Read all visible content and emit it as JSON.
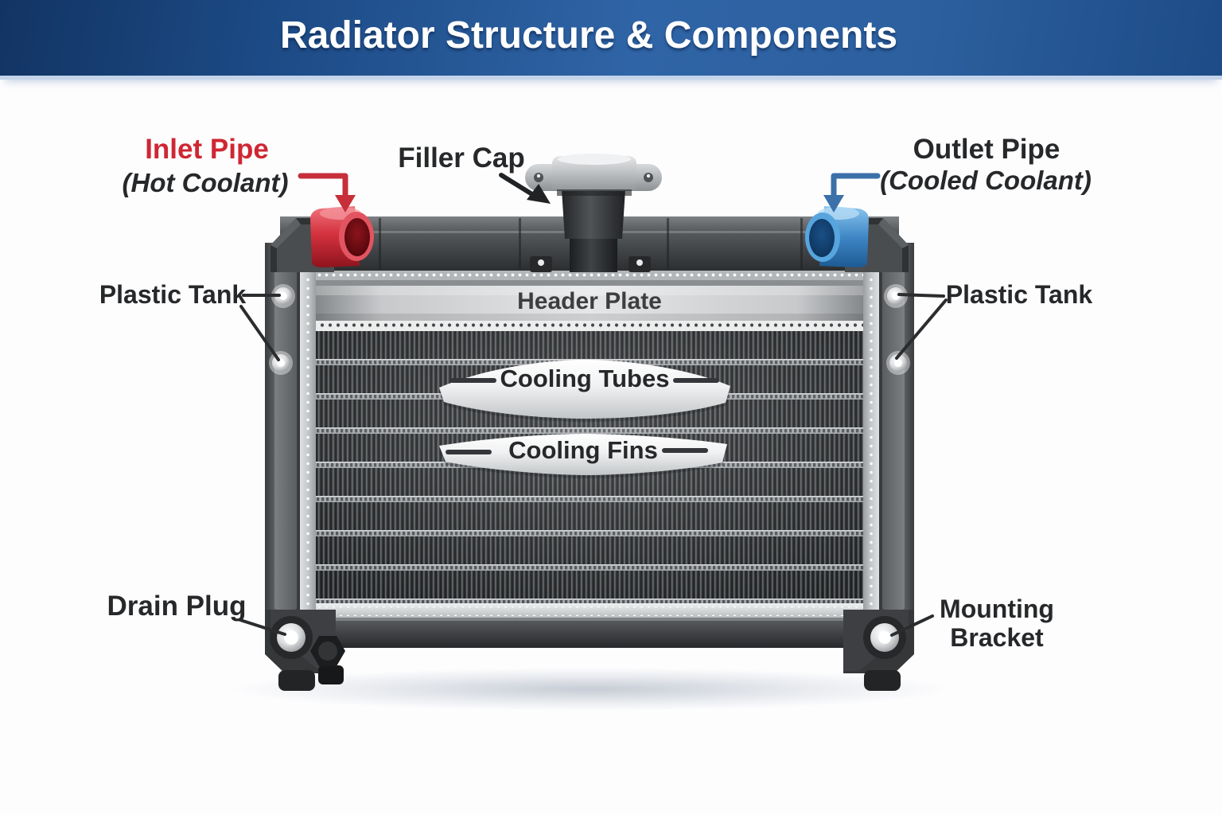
{
  "header": {
    "title": "Radiator Structure & Components"
  },
  "labels": {
    "inlet_pipe": {
      "title": "Inlet Pipe",
      "subtitle": "(Hot Coolant)"
    },
    "filler_cap": "Filler Cap",
    "outlet_pipe": {
      "title": "Outlet Pipe",
      "subtitle": "(Cooled Coolant)"
    },
    "plastic_tank_left": "Plastic Tank",
    "plastic_tank_right": "Plastic Tank",
    "header_plate": "Header Plate",
    "cooling_tubes": "Cooling Tubes",
    "cooling_fins": "Cooling Fins",
    "drain_plug": "Drain Plug",
    "mounting_bracket": "Mounting Bracket"
  },
  "colors": {
    "header_blue_dark": "#123463",
    "header_blue_mid": "#2f64a6",
    "label_red": "#cf2733",
    "label_dark": "#26282a",
    "arrow_red": "#c62f3a",
    "arrow_blue": "#3b70a9",
    "pipe_red": "#d4323e",
    "pipe_blue": "#3f87c6",
    "silver": "#d4d6d8",
    "tank_gray": "#4a4d4f"
  }
}
